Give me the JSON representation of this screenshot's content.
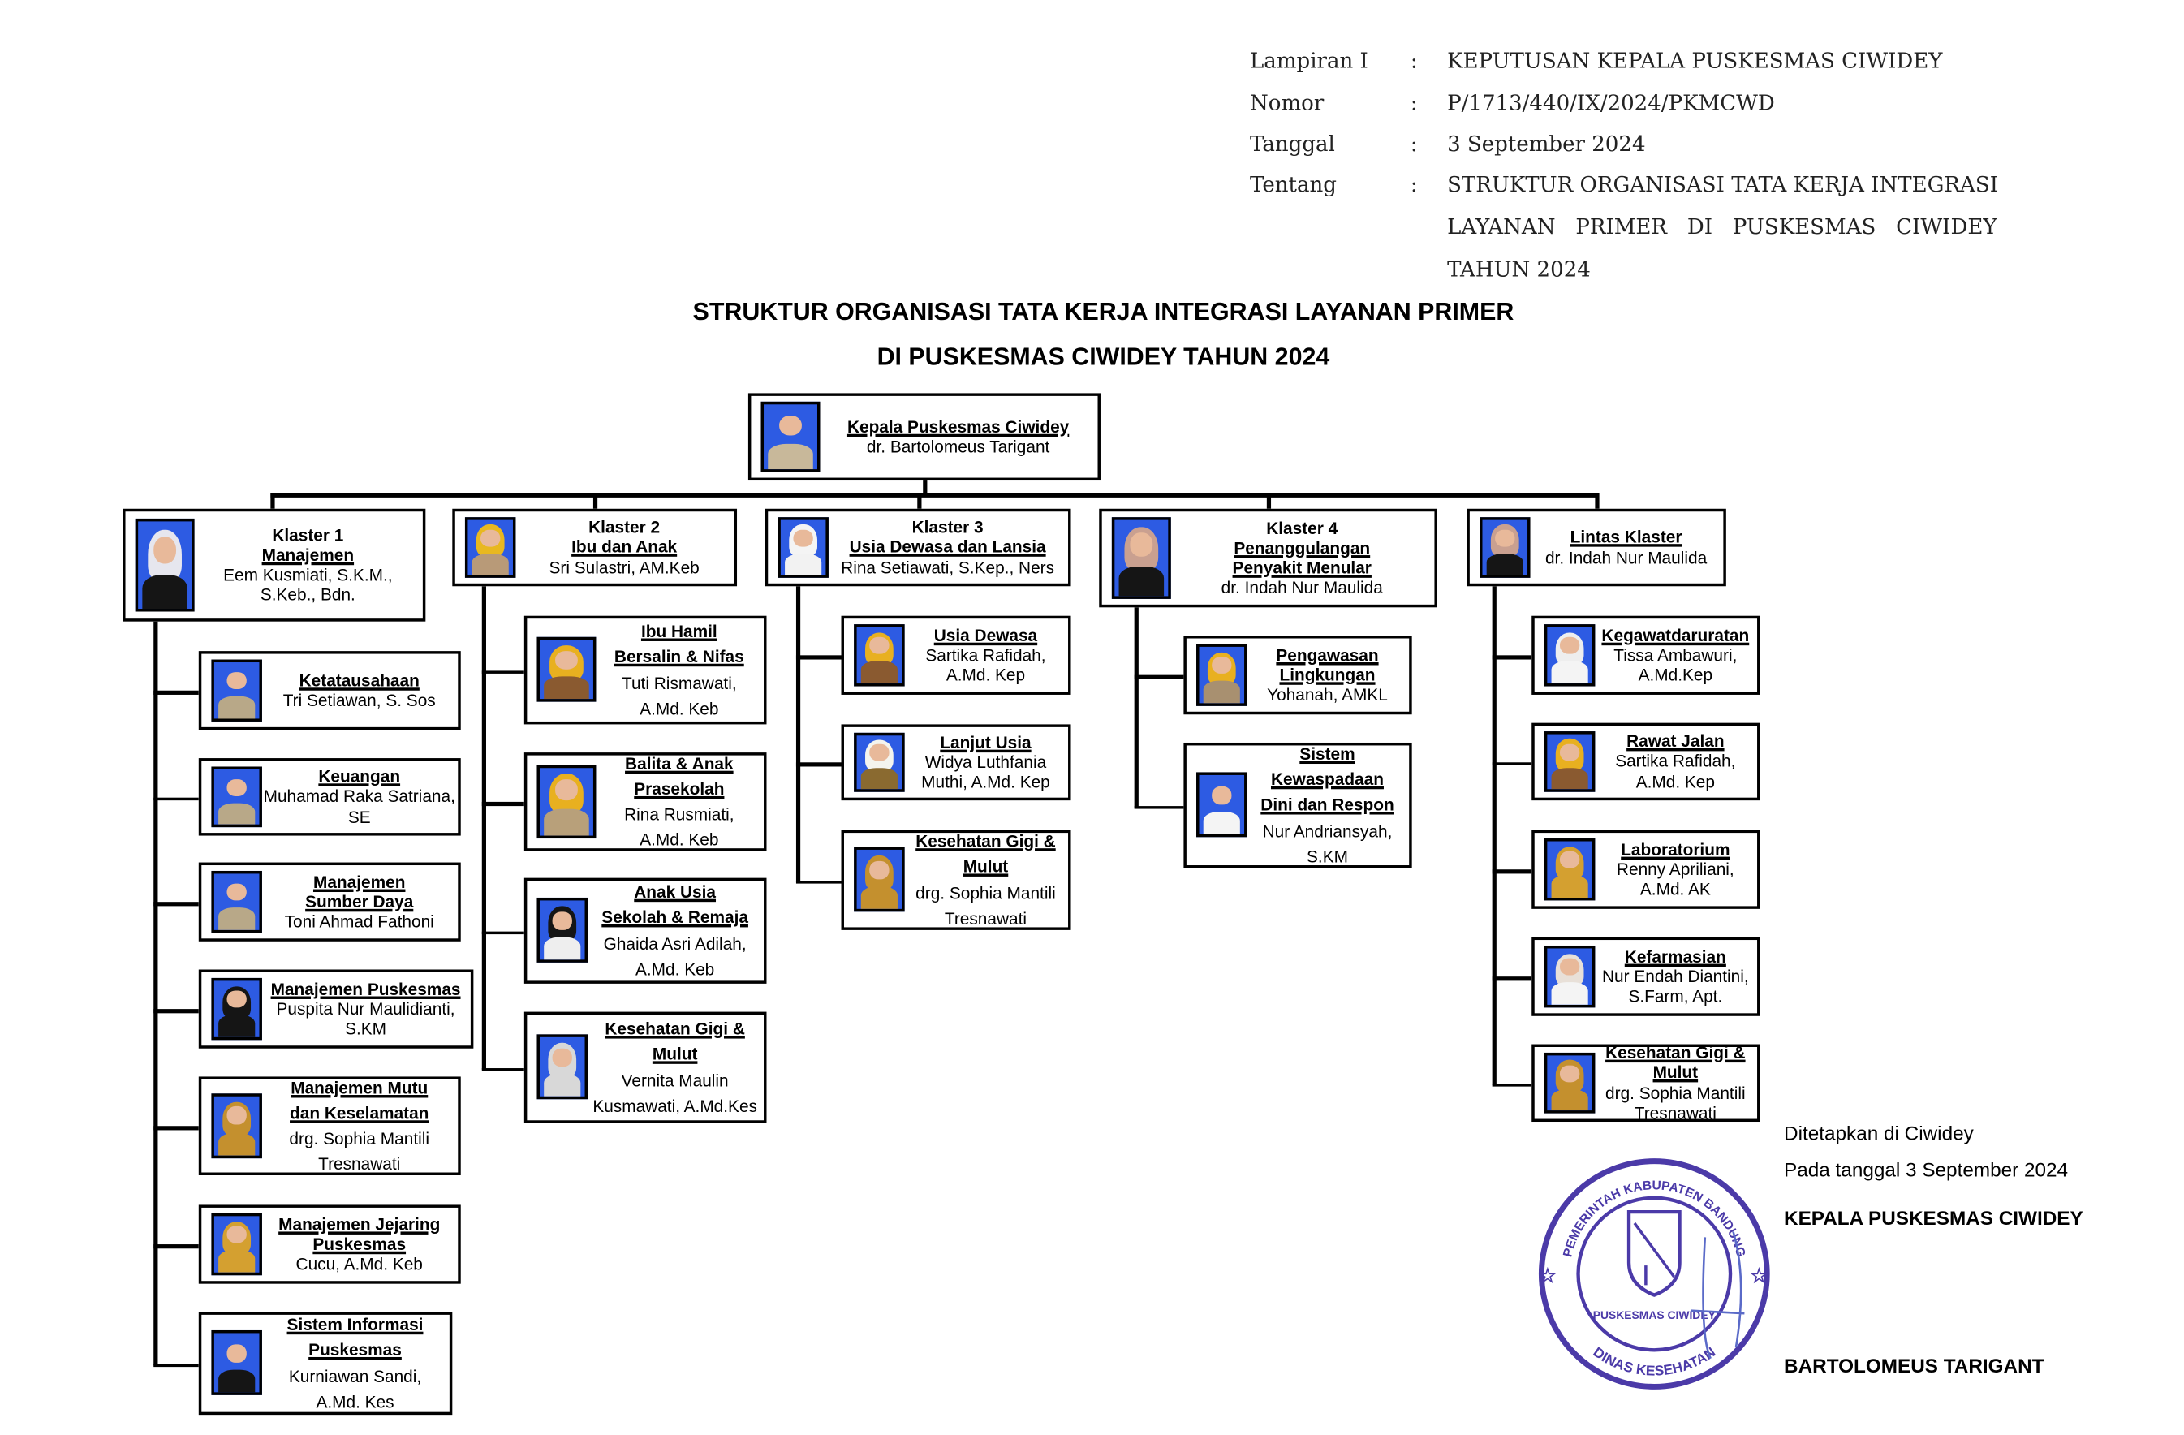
{
  "header": {
    "rows": [
      {
        "label": "Lampiran I",
        "sep": ":",
        "value": "KEPUTUSAN KEPALA PUSKESMAS CIWIDEY"
      },
      {
        "label": "Nomor",
        "sep": ":",
        "value": "P/1713/440/IX/2024/PKMCWD"
      },
      {
        "label": "Tanggal",
        "sep": ":",
        "value": "3 September 2024"
      },
      {
        "label": "Tentang",
        "sep": ":",
        "value": "STRUKTUR ORGANISASI TATA KERJA INTEGRASI"
      }
    ],
    "tentang_cont": [
      "LAYANAN   PRIMER   DI   PUSKESMAS   CIWIDEY",
      "TAHUN 2024"
    ]
  },
  "title": [
    "STRUKTUR ORGANISASI TATA KERJA INTEGRASI LAYANAN PRIMER",
    "DI PUSKESMAS CIWIDEY TAHUN 2024"
  ],
  "colors": {
    "photo_bg": "#2d5be3",
    "stamp": "#4b3aa8",
    "line": "#000000"
  },
  "units": [
    {
      "id": "kepala",
      "title": [
        "Kepala Puskesmas Ciwidey"
      ],
      "name": [
        "dr. Bartolomeus Tarigant"
      ],
      "photo": {
        "wear": "#c8b89a",
        "veil": ""
      }
    },
    {
      "id": "k1",
      "label": "Klaster 1",
      "title": [
        "Manajemen"
      ],
      "name": [
        "Eem Kusmiati, S.K.M.,",
        "S.Keb., Bdn."
      ],
      "photo": {
        "wear": "#151515",
        "veil": "#e6e6ee"
      }
    },
    {
      "id": "k2",
      "label": "Klaster 2",
      "title": [
        "Ibu dan Anak"
      ],
      "name": [
        "Sri Sulastri, AM.Keb"
      ],
      "photo": {
        "wear": "#b89a78",
        "veil": "#e8b820"
      }
    },
    {
      "id": "k3",
      "label": "Klaster 3",
      "title": [
        "Usia Dewasa dan Lansia"
      ],
      "name": [
        "Rina Setiawati, S.Kep., Ners"
      ],
      "photo": {
        "wear": "#f2f2f2",
        "veil": "#f4f4f4"
      }
    },
    {
      "id": "k4",
      "label": "Klaster 4",
      "title": [
        "Penanggulangan",
        "Penyakit Menular"
      ],
      "name": [
        "dr. Indah Nur Maulida"
      ],
      "photo": {
        "wear": "#151515",
        "veil": "#c9a090"
      }
    },
    {
      "id": "lintas",
      "title": [
        "Lintas Klaster"
      ],
      "name": [
        "dr. Indah Nur Maulida"
      ],
      "photo": {
        "wear": "#151515",
        "veil": "#c9a090"
      }
    },
    {
      "id": "k1a",
      "title": [
        "Ketatausahaan"
      ],
      "name": [
        "Tri Setiawan, S. Sos"
      ],
      "photo": {
        "wear": "#b8a888",
        "veil": ""
      }
    },
    {
      "id": "k1b",
      "title": [
        "Keuangan"
      ],
      "name": [
        "Muhamad Raka Satriana,",
        "SE"
      ],
      "photo": {
        "wear": "#b8a888",
        "veil": ""
      }
    },
    {
      "id": "k1c",
      "title": [
        "Manajemen",
        "Sumber Daya"
      ],
      "name": [
        "Toni Ahmad Fathoni"
      ],
      "photo": {
        "wear": "#b8a888",
        "veil": ""
      }
    },
    {
      "id": "k1d",
      "title": [
        "Manajemen Puskesmas"
      ],
      "name": [
        "Puspita Nur Maulidianti,",
        "S.KM"
      ],
      "photo": {
        "wear": "#151515",
        "veil": "#151515"
      }
    },
    {
      "id": "k1e",
      "title": [
        "Manajemen Mutu",
        "dan Keselamatan"
      ],
      "name": [
        "drg. Sophia Mantili",
        "Tresnawati"
      ],
      "photo": {
        "wear": "#c4902e",
        "veil": "#c4902e"
      }
    },
    {
      "id": "k1f",
      "title": [
        "Manajemen Jejaring",
        "Puskesmas"
      ],
      "name": [
        "Cucu, A.Md. Keb"
      ],
      "photo": {
        "wear": "#d4a030",
        "veil": "#d4a030"
      }
    },
    {
      "id": "k1g",
      "title": [
        "Sistem Informasi",
        "Puskesmas"
      ],
      "name": [
        "Kurniawan Sandi,",
        "A.Md. Kes"
      ],
      "photo": {
        "wear": "#151515",
        "veil": ""
      }
    },
    {
      "id": "k2a",
      "title": [
        "Ibu Hamil",
        "Bersalin & Nifas"
      ],
      "name": [
        "Tuti Rismawati,",
        "A.Md. Keb"
      ],
      "photo": {
        "wear": "#8a5a30",
        "veil": "#e8b020"
      }
    },
    {
      "id": "k2b",
      "title": [
        "Balita & Anak",
        "Prasekolah"
      ],
      "name": [
        "Rina Rusmiati,",
        "A.Md. Keb"
      ],
      "photo": {
        "wear": "#b8a07a",
        "veil": "#e8b020"
      }
    },
    {
      "id": "k2c",
      "title": [
        "Anak Usia",
        "Sekolah & Remaja"
      ],
      "name": [
        "Ghaida Asri Adilah,",
        "A.Md. Keb"
      ],
      "photo": {
        "wear": "#eeeeee",
        "veil": "#151515"
      }
    },
    {
      "id": "k2d",
      "title": [
        "Kesehatan Gigi &",
        "Mulut"
      ],
      "name": [
        "Vernita Maulin",
        "Kusmawati, A.Md.Kes"
      ],
      "photo": {
        "wear": "#d8d8d8",
        "veil": "#d8d8d8"
      }
    },
    {
      "id": "k3a",
      "title": [
        "Usia Dewasa"
      ],
      "name": [
        "Sartika Rafidah,",
        "A.Md. Kep"
      ],
      "photo": {
        "wear": "#8a5a30",
        "veil": "#e8b020"
      }
    },
    {
      "id": "k3b",
      "title": [
        "Lanjut Usia"
      ],
      "name": [
        "Widya Luthfania",
        "Muthi, A.Md. Kep"
      ],
      "photo": {
        "wear": "#8a6a30",
        "veil": "#f4f4ee"
      }
    },
    {
      "id": "k3c",
      "title": [
        "Kesehatan Gigi &",
        "Mulut"
      ],
      "name": [
        "drg. Sophia Mantili",
        "Tresnawati"
      ],
      "photo": {
        "wear": "#c4902e",
        "veil": "#c4902e"
      }
    },
    {
      "id": "k4a",
      "title": [
        "Pengawasan",
        "Lingkungan"
      ],
      "name": [
        "Yohanah, AMKL"
      ],
      "photo": {
        "wear": "#a89070",
        "veil": "#e8b020"
      }
    },
    {
      "id": "k4b",
      "title": [
        "Sistem",
        "Kewaspadaan",
        "Dini dan Respon"
      ],
      "name": [
        "Nur Andriansyah,",
        "S.KM"
      ],
      "photo": {
        "wear": "#f4f4f4",
        "veil": ""
      }
    },
    {
      "id": "l1",
      "title": [
        "Kegawatdaruratan"
      ],
      "name": [
        "Tissa Ambawuri,",
        "A.Md.Kep"
      ],
      "photo": {
        "wear": "#f4f4f4",
        "veil": "#eeeeee"
      }
    },
    {
      "id": "l2",
      "title": [
        "Rawat Jalan"
      ],
      "name": [
        "Sartika Rafidah,",
        "A.Md. Kep"
      ],
      "photo": {
        "wear": "#8a5a30",
        "veil": "#e8b020"
      }
    },
    {
      "id": "l3",
      "title": [
        "Laboratorium"
      ],
      "name": [
        "Renny Apriliani,",
        "A.Md. AK"
      ],
      "photo": {
        "wear": "#d4a030",
        "veil": "#d4a030"
      }
    },
    {
      "id": "l4",
      "title": [
        "Kefarmasian"
      ],
      "name": [
        "Nur Endah Diantini,",
        "S.Farm, Apt."
      ],
      "photo": {
        "wear": "#f4f4f4",
        "veil": "#e8e0d8"
      }
    },
    {
      "id": "l5",
      "title": [
        "Kesehatan Gigi &",
        "Mulut"
      ],
      "name": [
        "drg. Sophia Mantili",
        "Tresnawati"
      ],
      "photo": {
        "wear": "#c4902e",
        "veil": "#c4902e"
      }
    }
  ],
  "signature": {
    "place": "Ditetapkan di Ciwidey",
    "date": "Pada tanggal 3 September 2024",
    "position": "KEPALA PUSKESMAS CIWIDEY",
    "name": "BARTOLOMEUS TARIGANT",
    "stamp_text": [
      "PEMERINTAH KABUPATEN BANDUNG",
      "DINAS KESEHATAN",
      "PUSKESMAS CIWIDEY"
    ]
  }
}
